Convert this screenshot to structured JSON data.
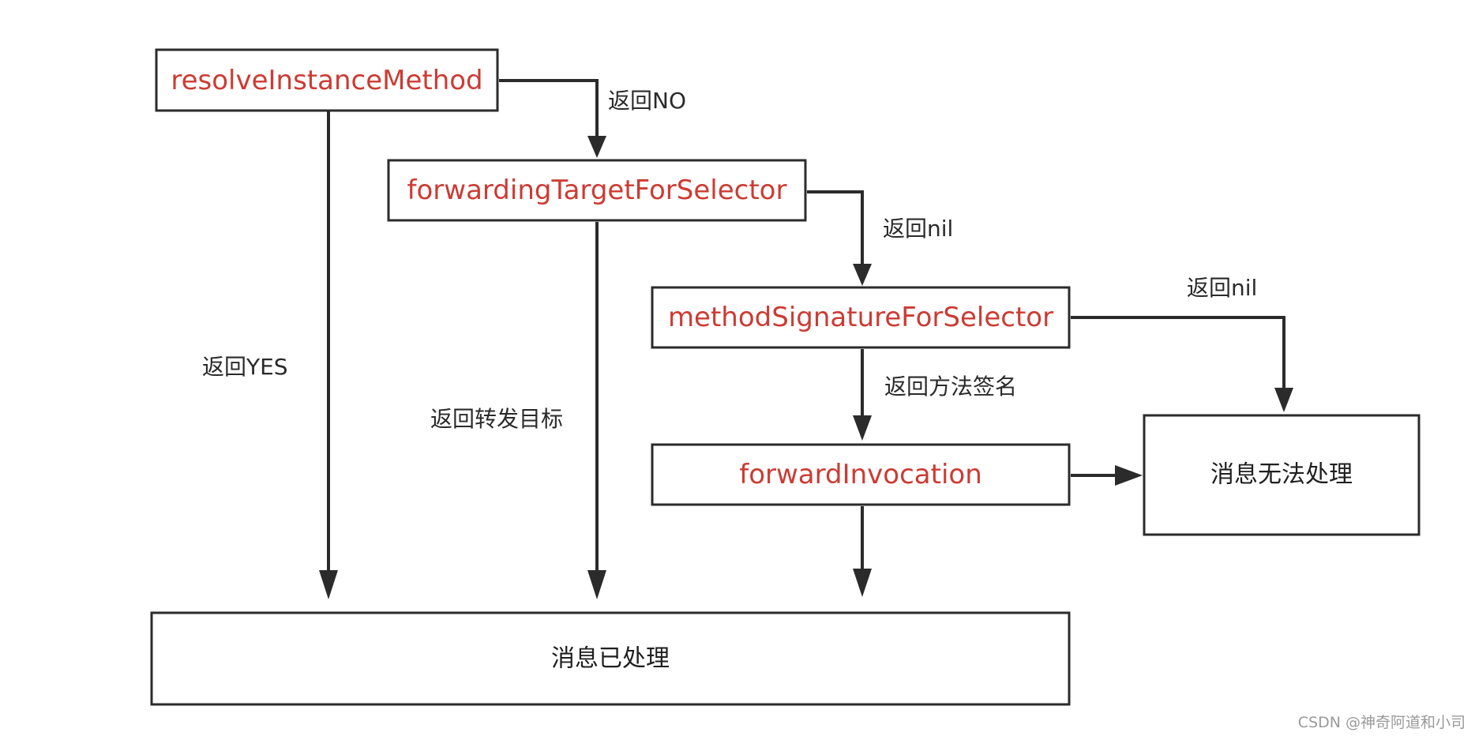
{
  "diagram": {
    "nodes": {
      "resolve": "resolveInstanceMethod",
      "forwarding_target": "forwardingTargetForSelector",
      "method_signature": "methodSignatureForSelector",
      "forward_invocation": "forwardInvocation",
      "not_handled": "消息无法处理",
      "handled": "消息已处理"
    },
    "edges": {
      "return_no": "返回NO",
      "return_nil_1": "返回nil",
      "return_nil_2": "返回nil",
      "return_signature": "返回方法签名",
      "return_yes": "返回YES",
      "return_target": "返回转发目标"
    }
  },
  "watermark": "CSDN @神奇阿道和小司",
  "colors": {
    "method_text": "#cc3b33",
    "line": "#2b2b2b",
    "background": "#ffffff"
  }
}
